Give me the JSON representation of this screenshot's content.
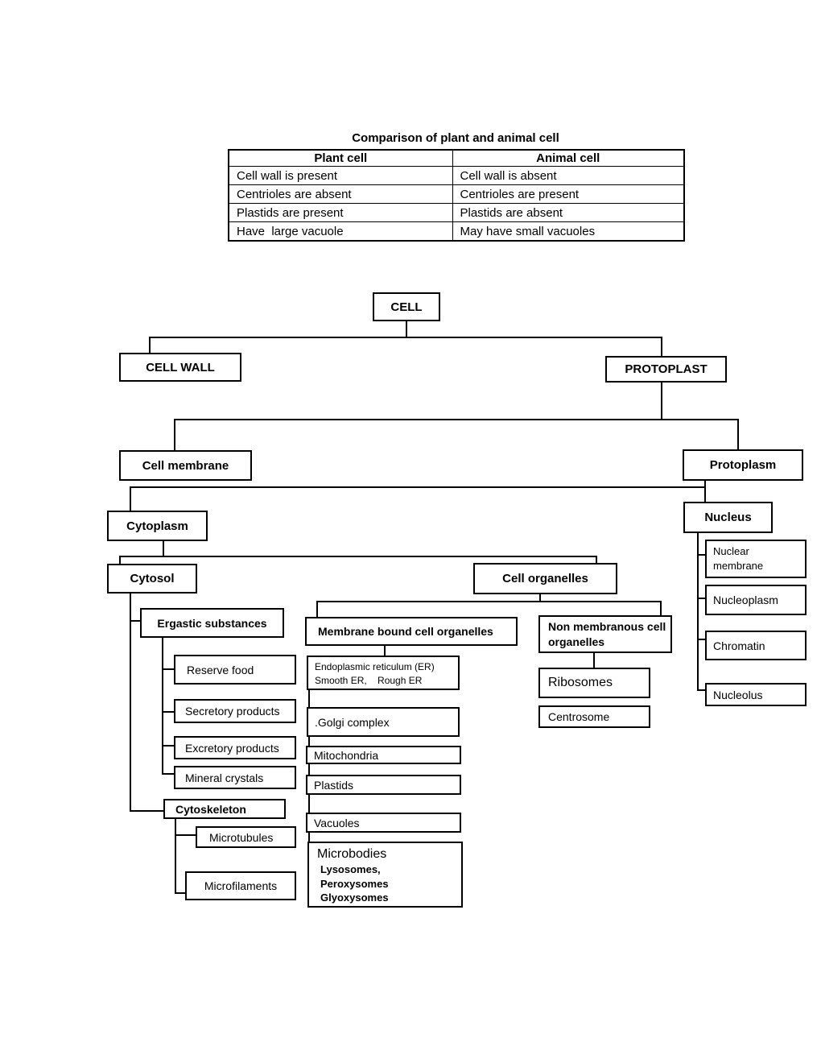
{
  "table": {
    "title": "Comparison of plant and animal cell",
    "columns": [
      "Plant cell",
      "Animal cell"
    ],
    "rows": [
      [
        "Cell wall is present",
        "Cell wall is absent"
      ],
      [
        "Centrioles are absent",
        "Centrioles are present"
      ],
      [
        "Plastids are present",
        "Plastids are absent"
      ],
      [
        "Have  large vacuole",
        "May have small vacuoles"
      ]
    ]
  },
  "nodes": {
    "cell": "CELL",
    "cell_wall": "CELL WALL",
    "protoplast": "PROTOPLAST",
    "cell_membrane": "Cell membrane",
    "protoplasm": "Protoplasm",
    "cytoplasm": "Cytoplasm",
    "nucleus": "Nucleus",
    "cytosol": "Cytosol",
    "cell_organelles": "Cell organelles",
    "ergastic": "Ergastic substances",
    "reserve_food": "Reserve food",
    "secretory": "Secretory products",
    "excretory": "Excretory products",
    "mineral": "Mineral crystals",
    "cytoskeleton": "Cytoskeleton",
    "microtubules": "Microtubules",
    "microfilaments": "Microfilaments",
    "membrane_bound": "Membrane bound cell organelles",
    "er_line1": "Endoplasmic reticulum (ER)",
    "er_line2": "Smooth ER,    Rough ER",
    "golgi": ".Golgi complex",
    "mitochondria": "Mitochondria",
    "plastids": "Plastids",
    "vacuoles": "Vacuoles",
    "microbodies_title": "Microbodies",
    "microbodies_items": [
      "Lysosomes,",
      "Peroxysomes",
      "Glyoxysomes"
    ],
    "non_membranous": "Non membranous cell organelles",
    "ribosomes": "Ribosomes",
    "centrosome": "Centrosome",
    "nuclear_membrane": "Nuclear membrane",
    "nucleoplasm": "Nucleoplasm",
    "chromatin": "Chromatin",
    "nucleolus": "Nucleolus"
  }
}
